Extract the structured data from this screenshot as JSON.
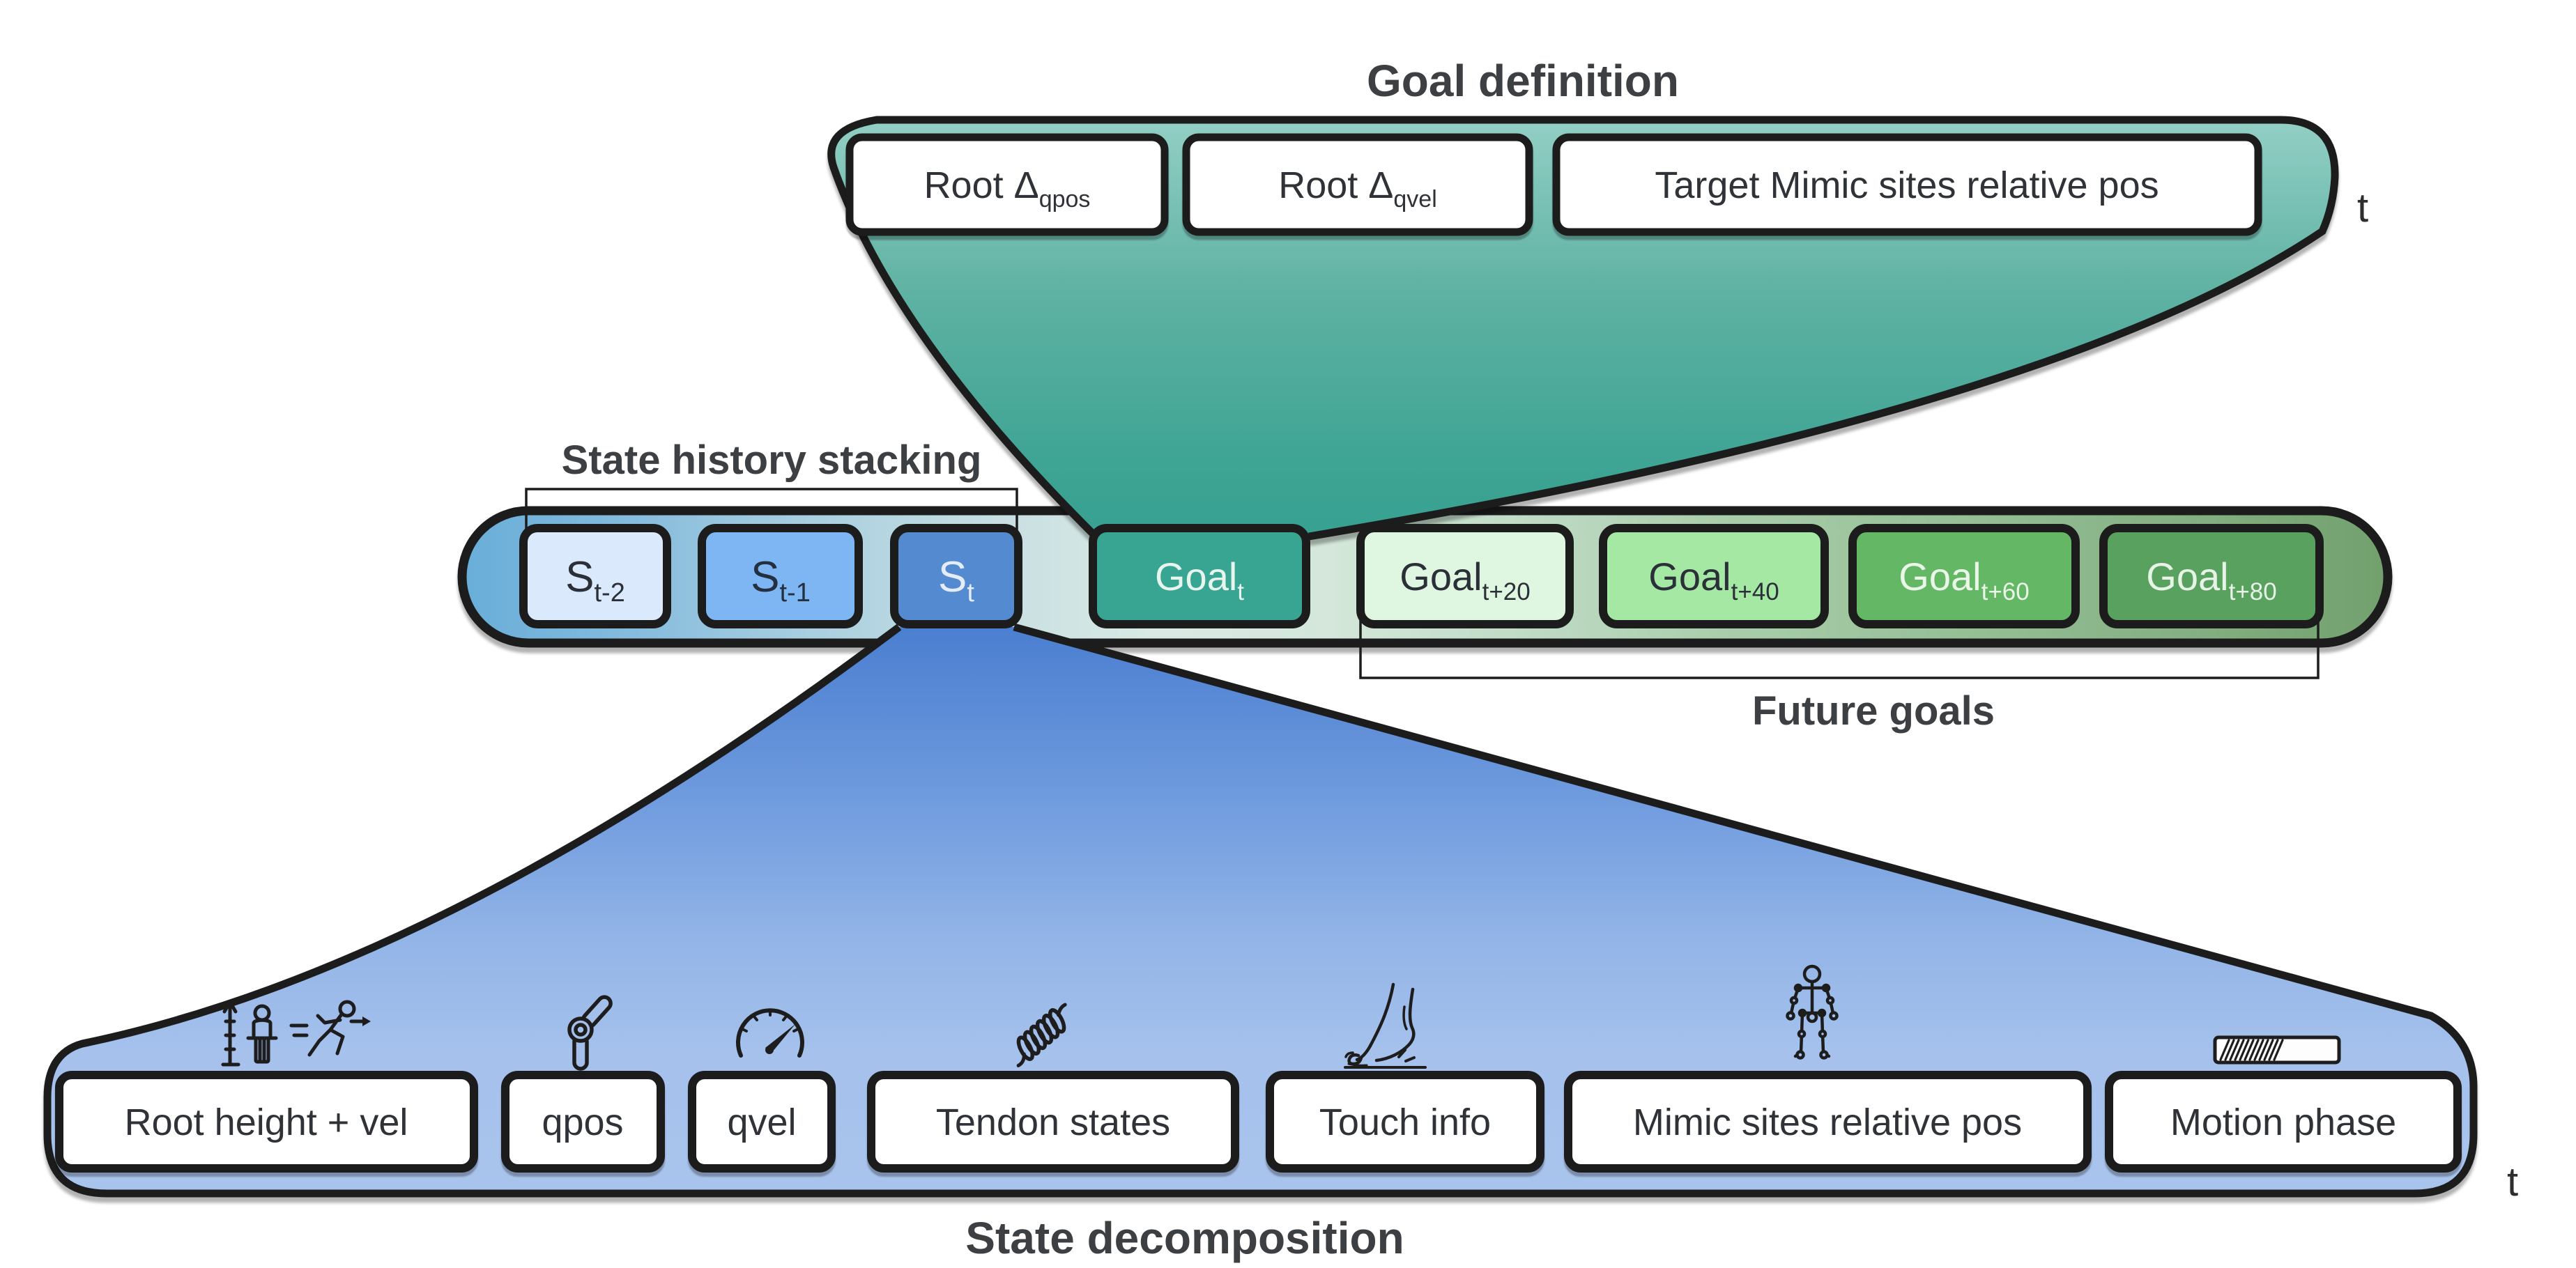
{
  "figure": {
    "goal_definition": {
      "title": "Goal definition",
      "time_label": "t",
      "boxes": [
        {
          "main": "Root Δ",
          "sub": "qpos"
        },
        {
          "main": "Root Δ",
          "sub": "qvel"
        },
        {
          "main": "Target Mimic sites relative pos",
          "sub": ""
        }
      ]
    },
    "timeline": {
      "state_history_label": "State history stacking",
      "future_goals_label": "Future goals",
      "boxes": [
        {
          "main": "S",
          "sub": "t-2",
          "fill": "#dbe9fc",
          "text_color": "#2b3038"
        },
        {
          "main": "S",
          "sub": "t-1",
          "fill": "#7db6f2",
          "text_color": "#243040"
        },
        {
          "main": "S",
          "sub": "t",
          "fill": "#548bd0",
          "text_color": "#e3ecf8"
        },
        {
          "main": "Goal",
          "sub": "t",
          "fill": "#38a492",
          "text_color": "#e8f5ef"
        },
        {
          "main": "Goal",
          "sub": "t+20",
          "fill": "#dff7e0",
          "text_color": "#2b3038"
        },
        {
          "main": "Goal",
          "sub": "t+40",
          "fill": "#a5e8a4",
          "text_color": "#2b3038"
        },
        {
          "main": "Goal",
          "sub": "t+60",
          "fill": "#63b765",
          "text_color": "#eaf6e8"
        },
        {
          "main": "Goal",
          "sub": "t+80",
          "fill": "#58a15f",
          "text_color": "#e6f3e6"
        }
      ]
    },
    "state_decomposition": {
      "title": "State decomposition",
      "time_label": "t",
      "boxes": [
        {
          "label": "Root height + vel",
          "icon": "height-and-velocity-icon"
        },
        {
          "label": "qpos",
          "icon": "joint-icon"
        },
        {
          "label": "qvel",
          "icon": "speedometer-icon"
        },
        {
          "label": "Tendon states",
          "icon": "spring-icon"
        },
        {
          "label": "Touch info",
          "icon": "foot-touch-icon"
        },
        {
          "label": "Mimic sites relative pos",
          "icon": "skeleton-icon"
        },
        {
          "label": "Motion phase",
          "icon": "progress-bar-icon"
        }
      ]
    },
    "colors": {
      "outline": "#1c1c1c",
      "teal_top": "#93cfc5",
      "teal_bottom": "#36a090",
      "blue_top": "#4a7ed0",
      "blue_bottom": "#a9c4ec",
      "bar_left_blue": "#68aed9",
      "bar_pale": "#d9eae4",
      "bar_right_green": "#72a06d"
    }
  }
}
